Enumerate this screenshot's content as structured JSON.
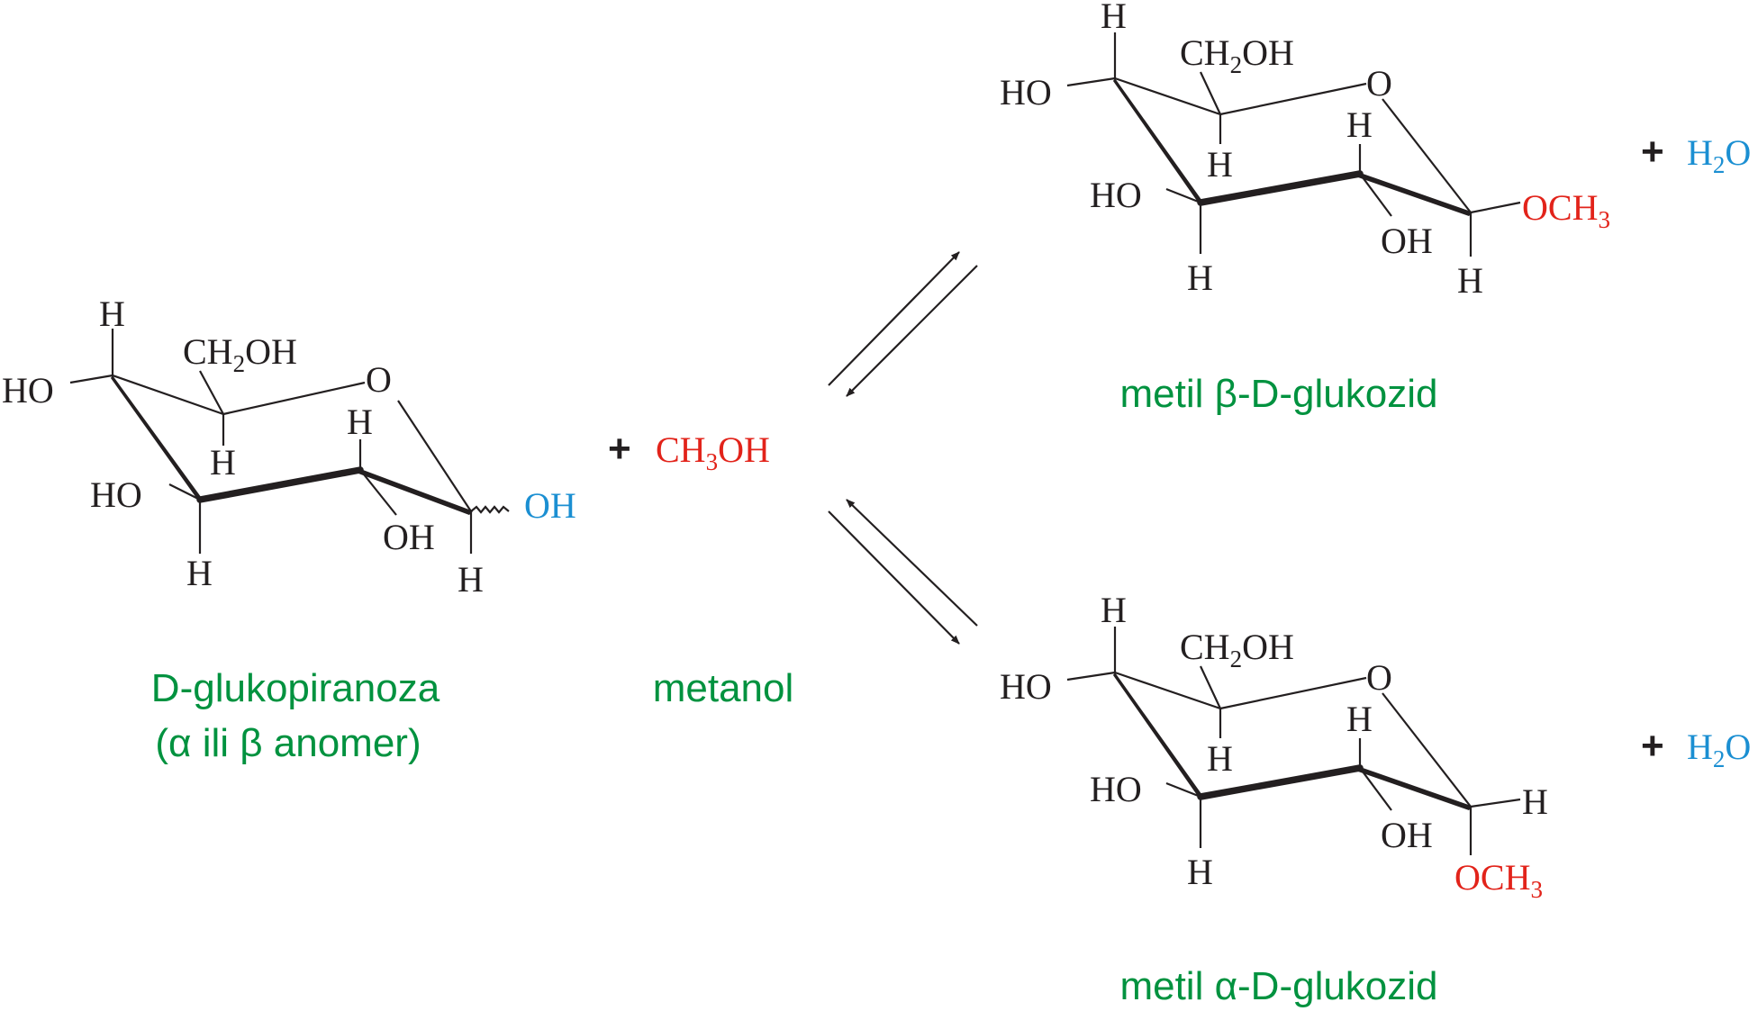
{
  "reactant": {
    "atoms": {
      "c4_h": "H",
      "c4_oh": "HO",
      "c5_ch2oh_main": "CH",
      "c5_ch2oh_sub": "2",
      "c5_ch2oh_end": "OH",
      "ring_o": "O",
      "c5_h": "H",
      "c2_h": "H",
      "c3_oh": "HO",
      "c2_oh": "OH",
      "c1_oh": "OH",
      "c3_h": "H",
      "c1_h": "H"
    },
    "name_line1": "D-glukopiranoza",
    "name_line2": "(α ili β anomer)"
  },
  "reagent": {
    "plus": "+",
    "formula_main": "CH",
    "formula_sub": "3",
    "formula_end": "OH",
    "name": "metanol"
  },
  "beta_product": {
    "atoms": {
      "c4_h": "H",
      "c4_oh": "HO",
      "c5_ch2oh_main": "CH",
      "c5_ch2oh_sub": "2",
      "c5_ch2oh_end": "OH",
      "ring_o": "O",
      "c5_h": "H",
      "c2_h": "H",
      "c3_oh": "HO",
      "c2_oh": "OH",
      "c3_h": "H",
      "c1_h": "H",
      "och3_main": "OCH",
      "och3_sub": "3"
    },
    "plus": "+",
    "water_main": "H",
    "water_sub": "2",
    "water_end": "O",
    "name": "metil β-D-glukozid"
  },
  "alpha_product": {
    "atoms": {
      "c4_h": "H",
      "c4_oh": "HO",
      "c5_ch2oh_main": "CH",
      "c5_ch2oh_sub": "2",
      "c5_ch2oh_end": "OH",
      "ring_o": "O",
      "c5_h": "H",
      "c2_h": "H",
      "c3_oh": "HO",
      "c2_oh": "OH",
      "c3_h": "H",
      "c1_h": "H",
      "och3_main": "OCH",
      "och3_sub": "3"
    },
    "plus": "+",
    "water_main": "H",
    "water_sub": "2",
    "water_end": "O",
    "name": "metil α-D-glukozid"
  },
  "colors": {
    "names": "#00923f",
    "methanol": "#e2231a",
    "water_and_hydroxyl": "#1b8fd2",
    "bonds": "#231f20"
  }
}
